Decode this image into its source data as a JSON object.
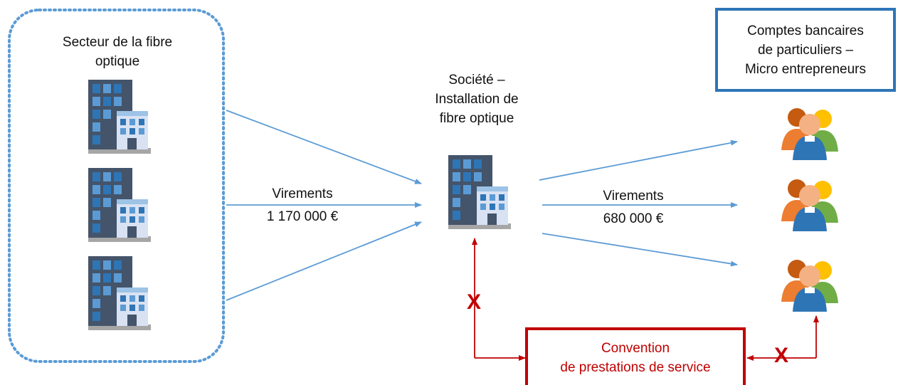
{
  "sector": {
    "label": "Secteur de la fibre\noptique"
  },
  "company": {
    "label": "Société –\nInstallation de\nfibre optique"
  },
  "accounts": {
    "label": "Comptes bancaires\nde particuliers –\nMicro entrepreneurs"
  },
  "transfer_in": {
    "label": "Virements",
    "amount": "1 170 000 €"
  },
  "transfer_out": {
    "label": "Virements",
    "amount": "680 000 €"
  },
  "convention": {
    "label": "Convention\nde prestations de service"
  },
  "marks": {
    "x_left": "X",
    "x_right": "X"
  },
  "icons": {
    "building": "building-icon",
    "people": "people-group-icon"
  },
  "colors": {
    "arrow_blue": "#5b9bd5",
    "dotted_border": "#5b9bd5",
    "box_blue": "#2e75b6",
    "red": "#c00000"
  }
}
